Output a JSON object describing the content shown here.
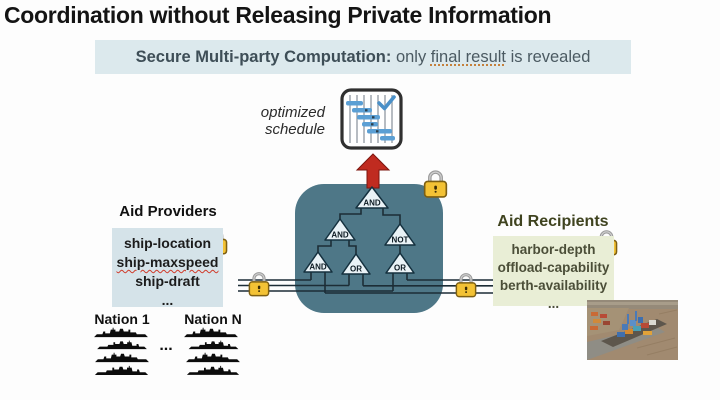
{
  "title": "Coordination without Releasing Private Information",
  "banner": {
    "bold_label": "Secure Multi-party Computation:",
    "text_before": " only ",
    "underlined": "final result",
    "text_after": " is revealed"
  },
  "schedule_label": {
    "line1": "optimized",
    "line2": "schedule"
  },
  "circuit": {
    "gates": [
      {
        "label": "AND"
      },
      {
        "label": "AND"
      },
      {
        "label": "NOT"
      },
      {
        "label": "AND"
      },
      {
        "label": "OR"
      },
      {
        "label": "OR"
      }
    ]
  },
  "providers": {
    "heading": "Aid Providers",
    "items": [
      "ship-location",
      "ship-maxspeed",
      "ship-draft",
      "..."
    ]
  },
  "recipients": {
    "heading": "Aid Recipients",
    "items": [
      "harbor-depth",
      "offload-capability",
      "berth-availability",
      "..."
    ]
  },
  "nations": {
    "first": "Nation 1",
    "ellipsis": "...",
    "last": "Nation N"
  },
  "icons": {
    "schedule": "gantt-chart-with-checkmark",
    "lock": "gold-padlock",
    "arrow": "red-up-arrow",
    "ship": "warship-silhouette",
    "photo": "aerial-view-container-ship-at-harbor"
  },
  "colors": {
    "banner_bg": "#dce9ed",
    "circuit_box": "#4e7787",
    "arrow_red": "#c02b20",
    "lock_gold": "#f3c235",
    "providers_bg": "#d5e3e9",
    "recipients_bg": "#e9eed6",
    "bar_blue": "#5b9fd4"
  }
}
